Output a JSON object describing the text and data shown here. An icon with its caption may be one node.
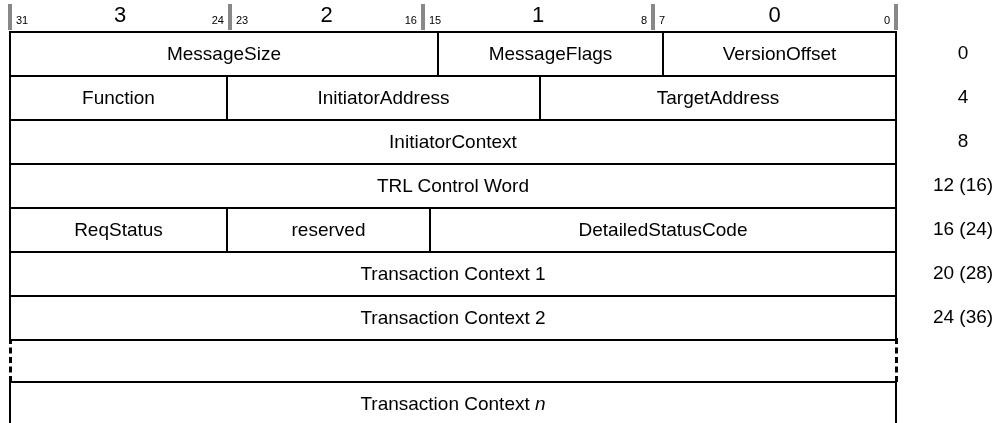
{
  "diagram": {
    "labels": [
      "31",
      "3",
      "24",
      "23",
      "2",
      "16",
      "15",
      "1",
      "8",
      "7",
      "0",
      "0",
      "MessageSize",
      "MessageFlags",
      "VersionOffset",
      "0",
      "Function",
      "InitiatorAddress",
      "TargetAddress",
      "4",
      "InitiatorContext",
      "8",
      "TRL Control Word",
      "12 (16)",
      "ReqStatus",
      "reserved",
      "DetailedStatusCode",
      "16 (24)",
      "Transaction Context 1",
      "20 (28)",
      "Transaction Context 2",
      "24 (36)",
      "Transaction Context *n*"
    ]
  }
}
